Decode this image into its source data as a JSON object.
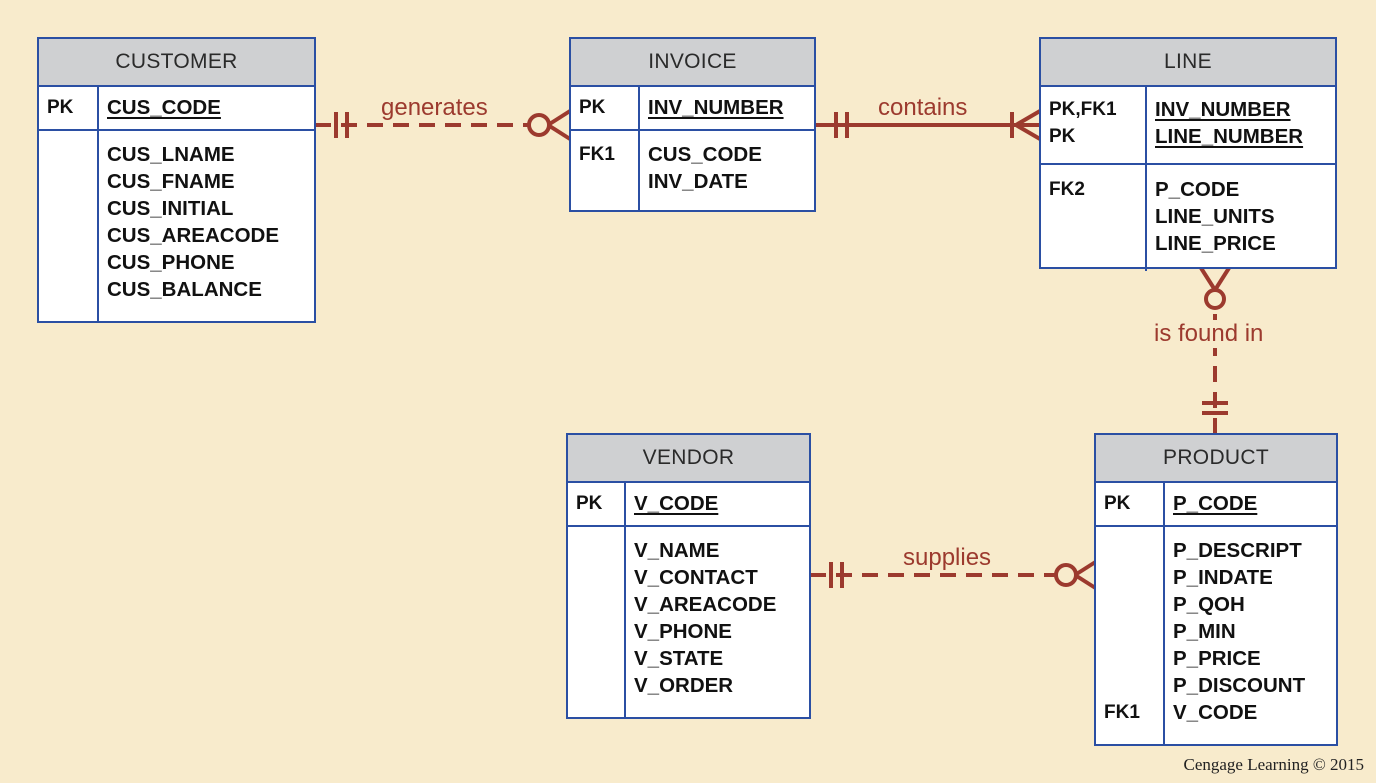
{
  "entities": {
    "customer": {
      "title": "CUSTOMER",
      "pk_label": "PK",
      "pk": "CUS_CODE",
      "attrs": [
        "CUS_LNAME",
        "CUS_FNAME",
        "CUS_INITIAL",
        "CUS_AREACODE",
        "CUS_PHONE",
        "CUS_BALANCE"
      ]
    },
    "invoice": {
      "title": "INVOICE",
      "pk_label": "PK",
      "pk": "INV_NUMBER",
      "fk_label": "FK1",
      "attrs": [
        "CUS_CODE",
        "INV_DATE"
      ]
    },
    "line": {
      "title": "LINE",
      "pk_labels": [
        "PK,FK1",
        "PK"
      ],
      "pk": [
        "INV_NUMBER",
        "LINE_NUMBER"
      ],
      "fk_label": "FK2",
      "attrs": [
        "P_CODE",
        "LINE_UNITS",
        "LINE_PRICE"
      ]
    },
    "vendor": {
      "title": "VENDOR",
      "pk_label": "PK",
      "pk": "V_CODE",
      "attrs": [
        "V_NAME",
        "V_CONTACT",
        "V_AREACODE",
        "V_PHONE",
        "V_STATE",
        "V_ORDER"
      ]
    },
    "product": {
      "title": "PRODUCT",
      "pk_label": "PK",
      "pk": "P_CODE",
      "fk_label": "FK1",
      "attrs": [
        "P_DESCRIPT",
        "P_INDATE",
        "P_QOH",
        "P_MIN",
        "P_PRICE",
        "P_DISCOUNT",
        "V_CODE"
      ]
    }
  },
  "relationships": {
    "generates": "generates",
    "contains": "contains",
    "is_found_in": "is found in",
    "supplies": "supplies"
  },
  "colors": {
    "background": "#f8ebcc",
    "entity_border": "#2b4fa3",
    "header_fill": "#cfd0d2",
    "relationship": "#9c3a2e"
  },
  "credit": "Cengage Learning © 2015"
}
